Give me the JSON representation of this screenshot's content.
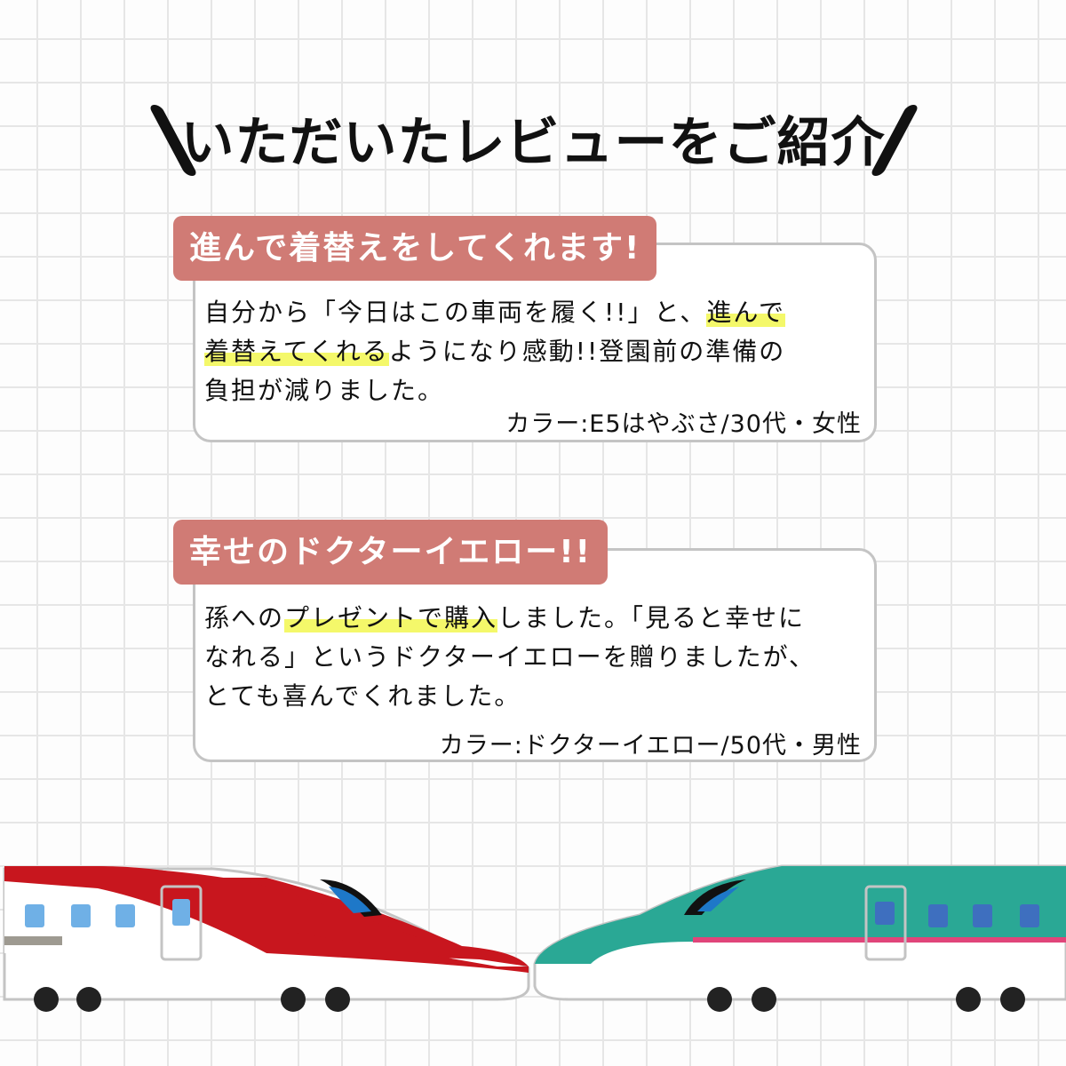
{
  "title": "いただいたレビューをご紹介",
  "reviews": [
    {
      "heading": "進んで着替えをしてくれます!",
      "lines": [
        [
          {
            "text": "自分から「今日はこの車両を履く!!」と、",
            "highlight": false
          },
          {
            "text": "進んで",
            "highlight": true
          }
        ],
        [
          {
            "text": "着替えてくれる",
            "highlight": true
          },
          {
            "text": "ようになり感動!!登園前の準備の",
            "highlight": false
          }
        ],
        [
          {
            "text": "負担が減りました。",
            "highlight": false
          }
        ]
      ],
      "attribution": "カラー:E5はやぶさ/30代・女性"
    },
    {
      "heading": "幸せのドクターイエロー!!",
      "lines": [
        [
          {
            "text": "孫への",
            "highlight": false
          },
          {
            "text": "プレゼントで購入",
            "highlight": true
          },
          {
            "text": "しました。「見ると幸せに",
            "highlight": false
          }
        ],
        [
          {
            "text": "なれる」というドクターイエローを贈りましたが、",
            "highlight": false
          }
        ],
        [
          {
            "text": "とても喜んでくれました。",
            "highlight": false
          }
        ]
      ],
      "attribution": "カラー:ドクターイエロー/50代・男性"
    }
  ],
  "colors": {
    "label_bg": "#d07b75",
    "highlight": "#f4f86a",
    "train_left": "#c8161e",
    "train_right": "#2aa895",
    "accent_stripe": "#e0457a"
  }
}
